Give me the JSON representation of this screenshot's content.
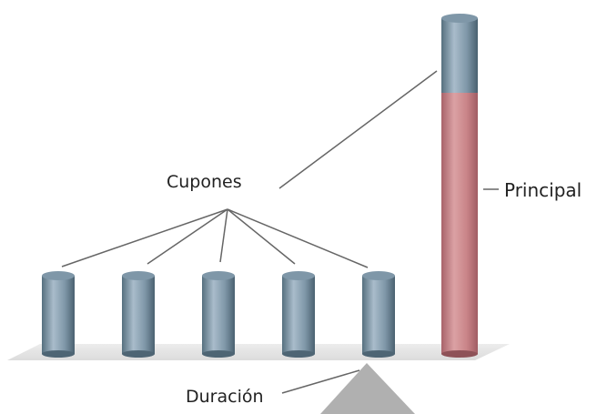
{
  "labels": {
    "coupons": "Cupones",
    "principal": "Principal",
    "duration": "Duración"
  },
  "colors": {
    "cylinder_steel": "#7f97a8",
    "cylinder_steel_light": "#a9bccb",
    "cylinder_steel_dark": "#4e6574",
    "principal_red": "#c98488",
    "principal_red_dark": "#a8636a",
    "plank": "#e7e7e7",
    "fulcrum": "#b0b0b0",
    "lines": "#666666"
  },
  "elements": {
    "coupon_count": 5
  }
}
